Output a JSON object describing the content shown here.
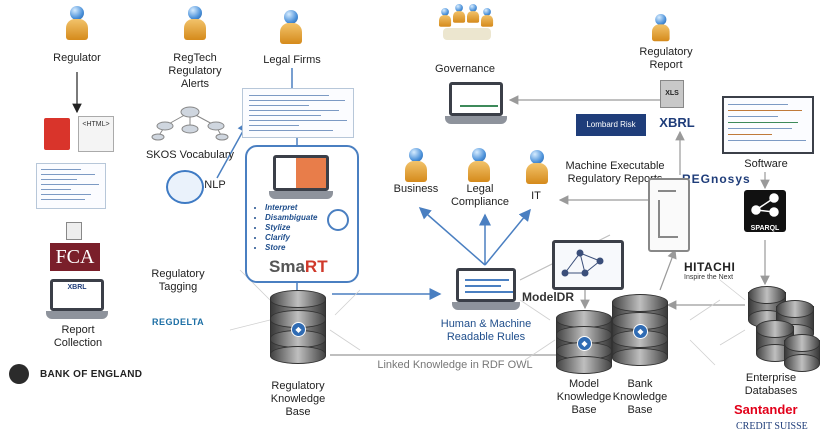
{
  "nodes": {
    "regulator": "Regulator",
    "regtech_alerts": "RegTech\nRegulatory\nAlerts",
    "legal_firms": "Legal Firms",
    "governance": "Governance",
    "regulatory_report": "Regulatory\nReport",
    "software": "Software",
    "skos": "SKOS Vocabulary",
    "nlp": "NLP",
    "business": "Business",
    "legal_compliance": "Legal\nCompliance",
    "it": "IT",
    "machine_exec": "Machine Executable\nRegulatory Reports",
    "regulatory_tagging": "Regulatory\nTagging",
    "report_collection": "Report\nCollection",
    "bank_of_england": "BANK OF ENGLAND",
    "human_machine": "Human & Machine\nReadable Rules",
    "linked_knowledge": "Linked Knowledge in RDF OWL",
    "reg_kb": "Regulatory\nKnowledge\nBase",
    "model_kb": "Model\nKnowledge\nBase",
    "bank_kb": "Bank\nKnowledge\nBase",
    "enterprise_db": "Enterprise\nDatabases"
  },
  "smart_box": {
    "steps": [
      "Interpret",
      "Disambiguate",
      "Stylize",
      "Clarify",
      "Store"
    ],
    "brand_prefix": "Sma",
    "brand_suffix": "RT"
  },
  "logos": {
    "html_icon": "<HTML>",
    "fca": "FCA",
    "xbrl": "XBRL",
    "xls": "XLS",
    "lombard": "Lombard Risk",
    "regnosys": "REGnosys",
    "hitachi": "HITACHI",
    "hitachi_tag": "Inspire the Next",
    "modeldr": "ModelDR",
    "sparql": "SPARQL",
    "regdelta": "REGDELTA",
    "santander": "Santander",
    "credit_suisse": "CREDIT SUISSE"
  },
  "colors": {
    "primary_line": "#4a7fc1",
    "grey_line": "#9a9a9a",
    "santander_red": "#e2001a",
    "fca_red": "#7a1f2a",
    "label_blue": "#1f4e8c"
  }
}
